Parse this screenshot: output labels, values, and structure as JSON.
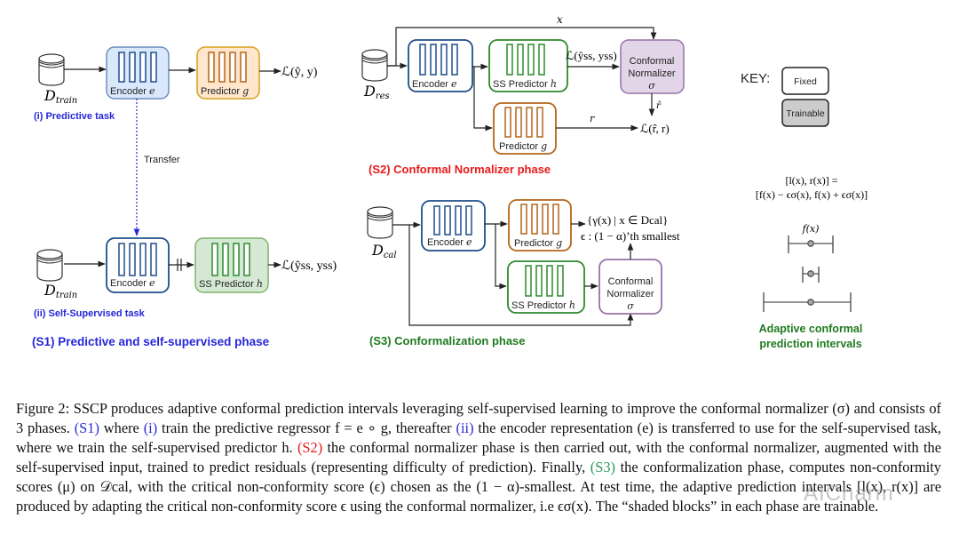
{
  "panels": {
    "s1": {
      "title": "(S1) Predictive and self-supervised phase",
      "predictive": {
        "dataset": "D",
        "dataset_sub": "train",
        "encoder_label": "Encoder",
        "encoder_symbol": "e",
        "predictor_label": "Predictor",
        "predictor_symbol": "g",
        "loss": "ℒ(ŷ, y)",
        "task_label": "(i) Predictive task"
      },
      "transfer_label": "Transfer",
      "self_supervised": {
        "dataset": "D",
        "dataset_sub": "train",
        "encoder_label": "Encoder",
        "encoder_symbol": "e",
        "predictor_label": "SS Predictor",
        "predictor_symbol": "h",
        "loss": "ℒ(ŷss, yss)",
        "task_label": "(ii) Self-Supervised task"
      }
    },
    "s2": {
      "title": "(S2) Conformal Normalizer phase",
      "dataset": "D",
      "dataset_sub": "res",
      "x_label": "x",
      "encoder_label": "Encoder",
      "encoder_symbol": "e",
      "ss_predictor_label": "SS Predictor",
      "ss_predictor_symbol": "h",
      "ss_loss": "ℒ(ŷss, yss)",
      "normalizer_line1": "Conformal",
      "normalizer_line2": "Normalizer",
      "normalizer_symbol": "σ",
      "predictor_label": "Predictor",
      "predictor_symbol": "g",
      "r_label": "r",
      "rhat_label": "r̂",
      "loss": "ℒ(r̂, r)"
    },
    "s3": {
      "title": "(S3) Conformalization phase",
      "dataset": "D",
      "dataset_sub": "cal",
      "encoder_label": "Encoder",
      "encoder_symbol": "e",
      "predictor_label": "Predictor",
      "predictor_symbol": "g",
      "ss_predictor_label": "SS Predictor",
      "ss_predictor_symbol": "h",
      "normalizer_line1": "Conformal",
      "normalizer_line2": "Normalizer",
      "normalizer_symbol": "σ",
      "score_set": "{γ(x) | x ∈ Dcal}",
      "epsilon_rule": "ϵ : (1 − α)’th smallest"
    }
  },
  "key": {
    "title": "KEY:",
    "fixed": "Fixed",
    "trainable": "Trainable"
  },
  "intervals": {
    "formula_line1": "[l(x), r(x)] =",
    "formula_line2": "[f(x) − ϵσ(x), f(x) + ϵσ(x)]",
    "center_label": "f(x)",
    "title_line1": "Adaptive conformal",
    "title_line2": "prediction intervals"
  },
  "colors": {
    "encoder": "#1f4e8c",
    "encoder_fill": "#dae8fc",
    "predictor": "#b4641a",
    "predictor_fill": "#ffe6cc",
    "ss": "#2b8a2b",
    "ss_fill": "#d5e8d4",
    "normalizer": "#9673a6",
    "normalizer_fill": "#e1d5e7",
    "blue_text": "#2626d9",
    "red_text": "#e81a1a",
    "green_text": "#1f7a1f"
  },
  "caption": {
    "p1": "Figure 2: SSCP produces adaptive conformal prediction intervals leveraging self-supervised learning to improve the conformal normalizer (σ) and consists of 3 phases. ",
    "s1": "(S1)",
    "p2": " where ",
    "i": "(i)",
    "p3": " train the predictive regressor f = e ∘ g, thereafter ",
    "ii": "(ii)",
    "p4": " the encoder representation (e) is transferred to use for the self-supervised task, where we train the self-supervised predictor h. ",
    "s2": "(S2)",
    "p5": " the conformal normalizer phase is then carried out, with the conformal normalizer, augmented with the self-supervised input, trained to predict residuals (representing difficulty of prediction). Finally, ",
    "s3": "(S3)",
    "p6": " the conformalization phase, computes non-conformity scores (μ) on 𝒟cal, with the critical non-conformity score (ϵ) chosen as the (1 − α)-smallest. At test time, the adaptive prediction intervals [l(x), r(x)] are produced by adapting the critical non-conformity score ϵ using the conformal normalizer, i.e ϵσ(x). The “shaded blocks” in each phase are trainable."
  },
  "watermark": "AICharm"
}
